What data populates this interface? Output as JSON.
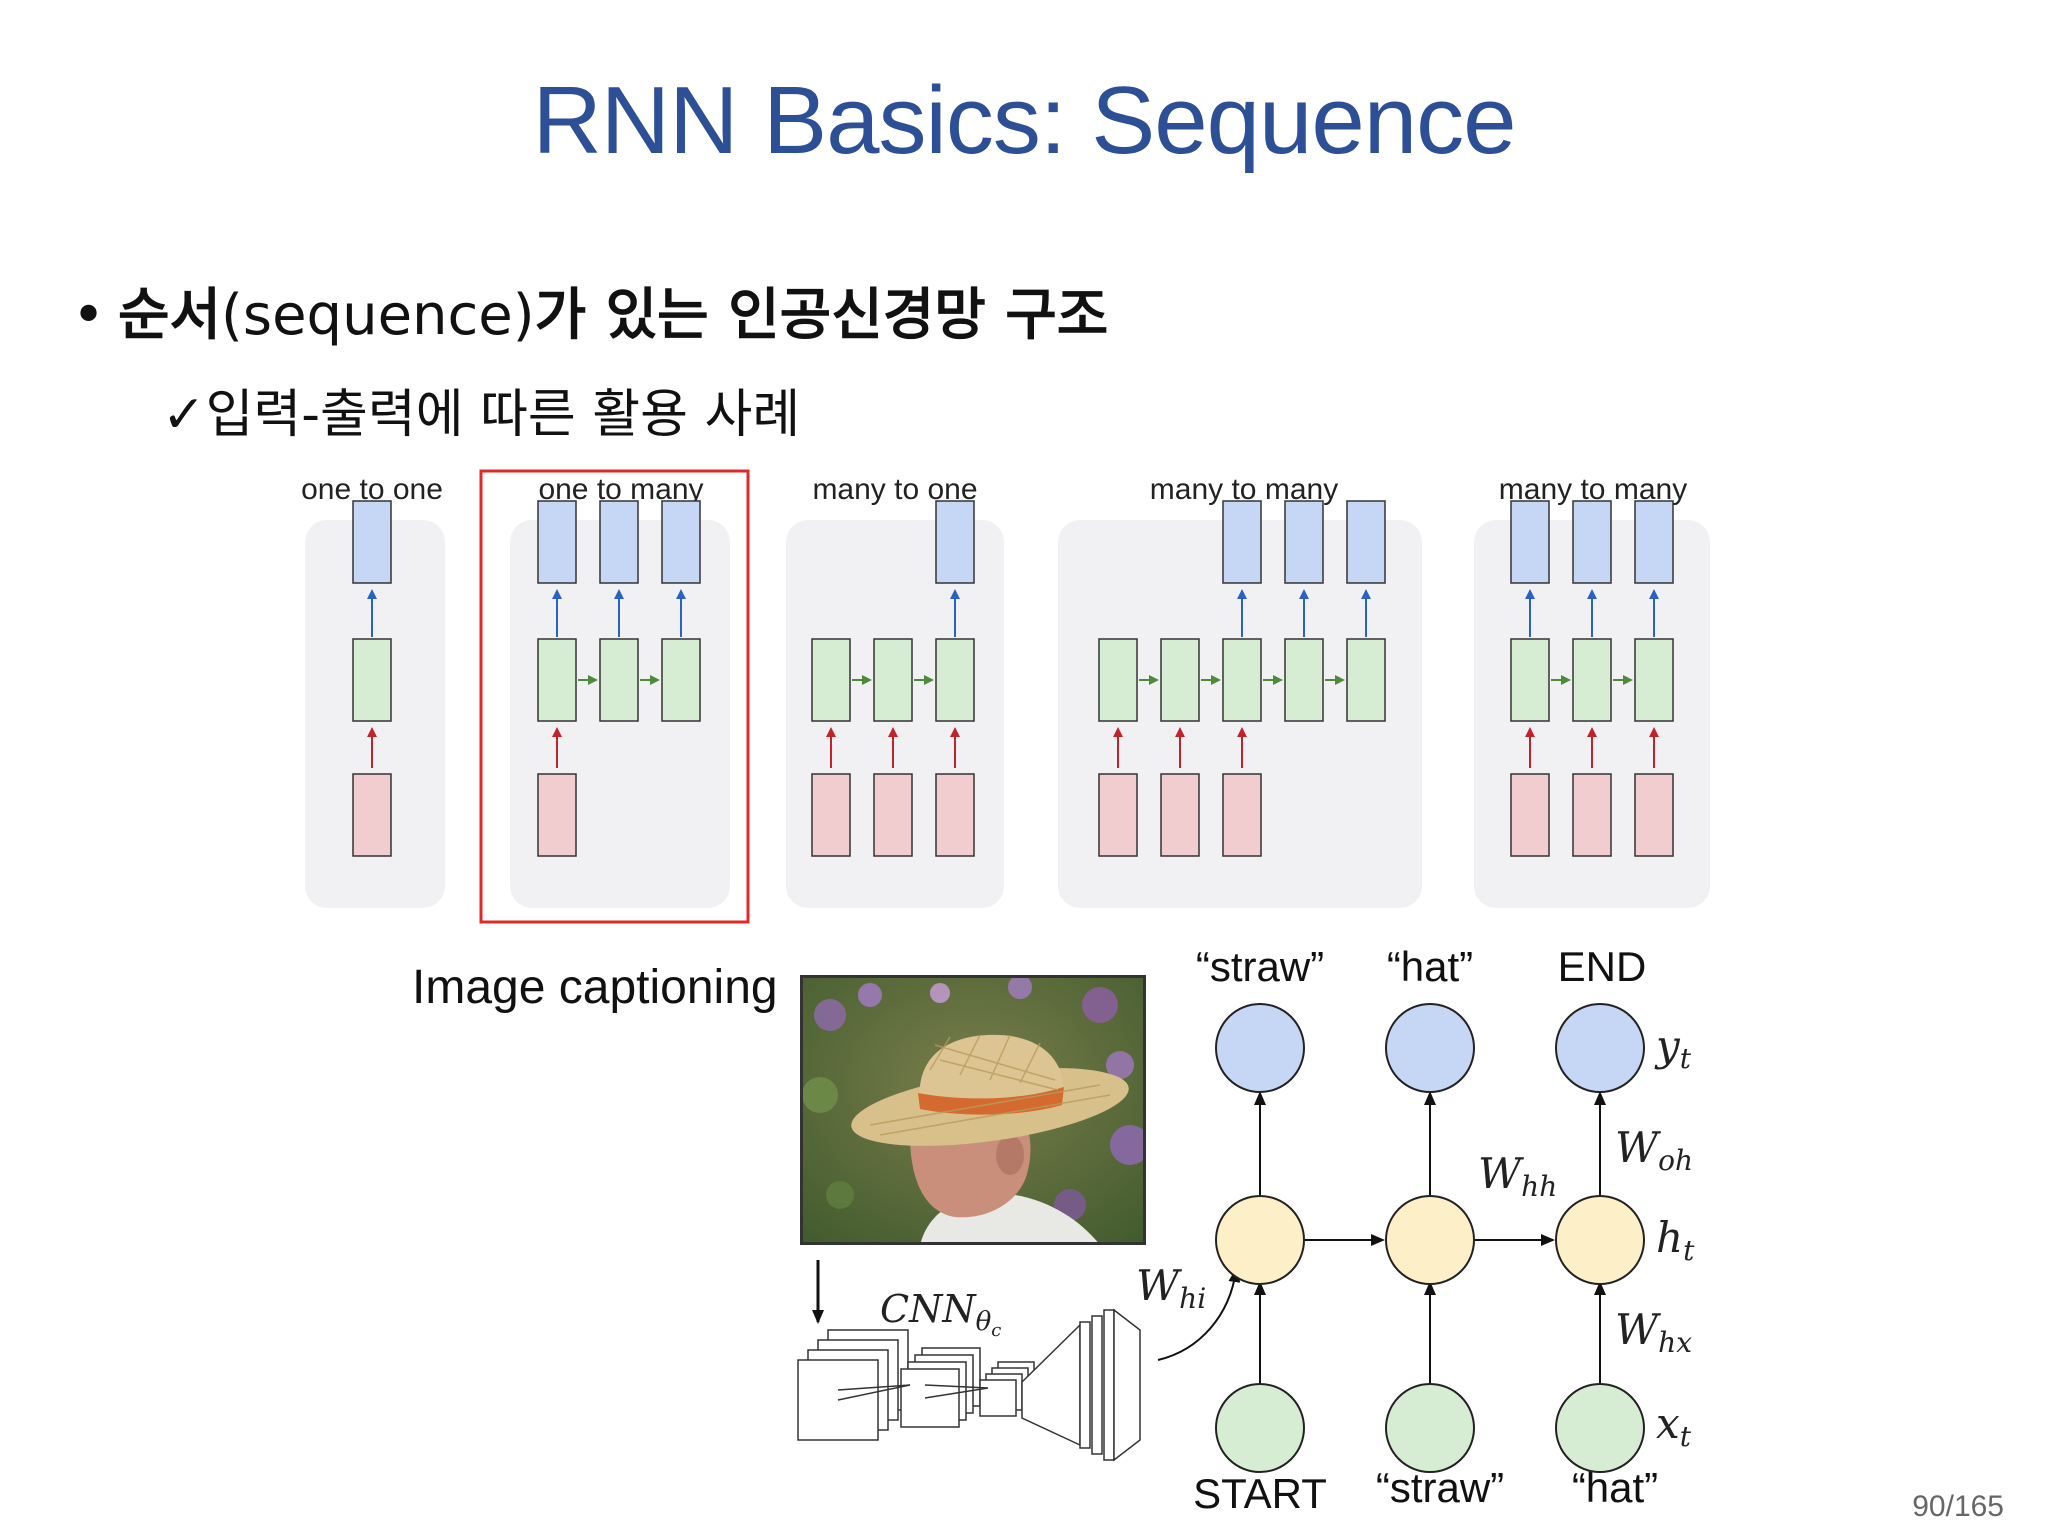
{
  "slide": {
    "title": "RNN Basics: Sequence",
    "bullet_text": "순서",
    "bullet_paren": "(sequence)",
    "bullet_rest": "가 있는 인공신경망 구조",
    "sub_check": "✓",
    "sub_text": "입력-출력에 따른 활용 사례",
    "caption": "Image captioning",
    "page_number": "90/165"
  },
  "diagram_types": [
    {
      "label": "one to one"
    },
    {
      "label": "one to many"
    },
    {
      "label": "many to one"
    },
    {
      "label": "many to many"
    },
    {
      "label": "many to many"
    }
  ],
  "highlighted_type": "one to many",
  "colors": {
    "title": "#2d4f96",
    "output_box": "#c6d7f5",
    "hidden_box": "#d7edd3",
    "input_box": "#f2cdd0",
    "output_arrow": "#2a62c4",
    "hidden_arrow": "#4e8a3a",
    "input_arrow": "#c0242a",
    "highlight": "#e02a2a"
  },
  "captioning": {
    "output_words": [
      "“straw”",
      "“hat”",
      "END"
    ],
    "input_words": [
      "START",
      "“straw”",
      "“hat”"
    ],
    "cnn_label": "CNN",
    "cnn_sub": "θ",
    "cnn_subsub": "c",
    "weights": {
      "whi": {
        "W": "W",
        "sub": "hi"
      },
      "whh": {
        "W": "W",
        "sub": "hh"
      },
      "woh": {
        "W": "W",
        "sub": "oh"
      },
      "whx": {
        "W": "W",
        "sub": "hx"
      }
    },
    "vars": {
      "y": {
        "v": "y",
        "sub": "t"
      },
      "h": {
        "v": "h",
        "sub": "t"
      },
      "x": {
        "v": "x",
        "sub": "t"
      }
    }
  }
}
